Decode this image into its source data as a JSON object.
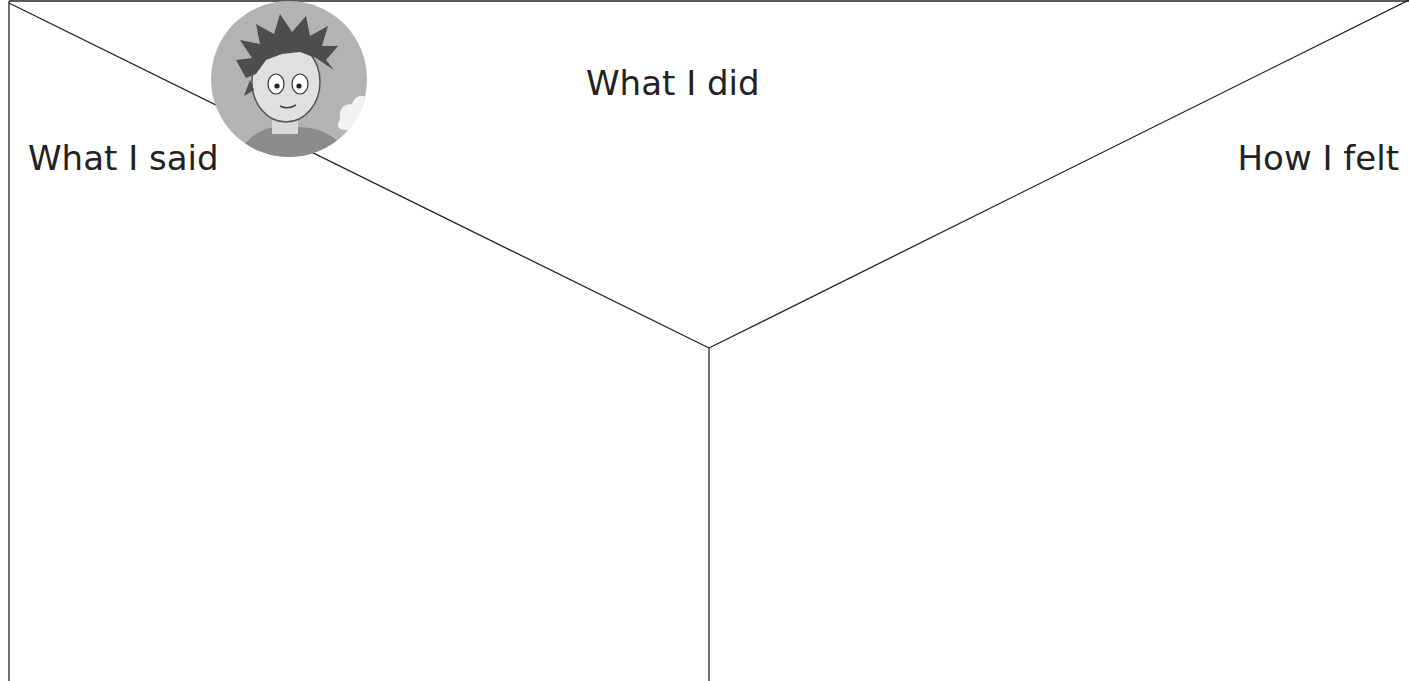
{
  "diagram": {
    "labels": [
      "What I did",
      "What I said",
      "How I felt"
    ]
  }
}
